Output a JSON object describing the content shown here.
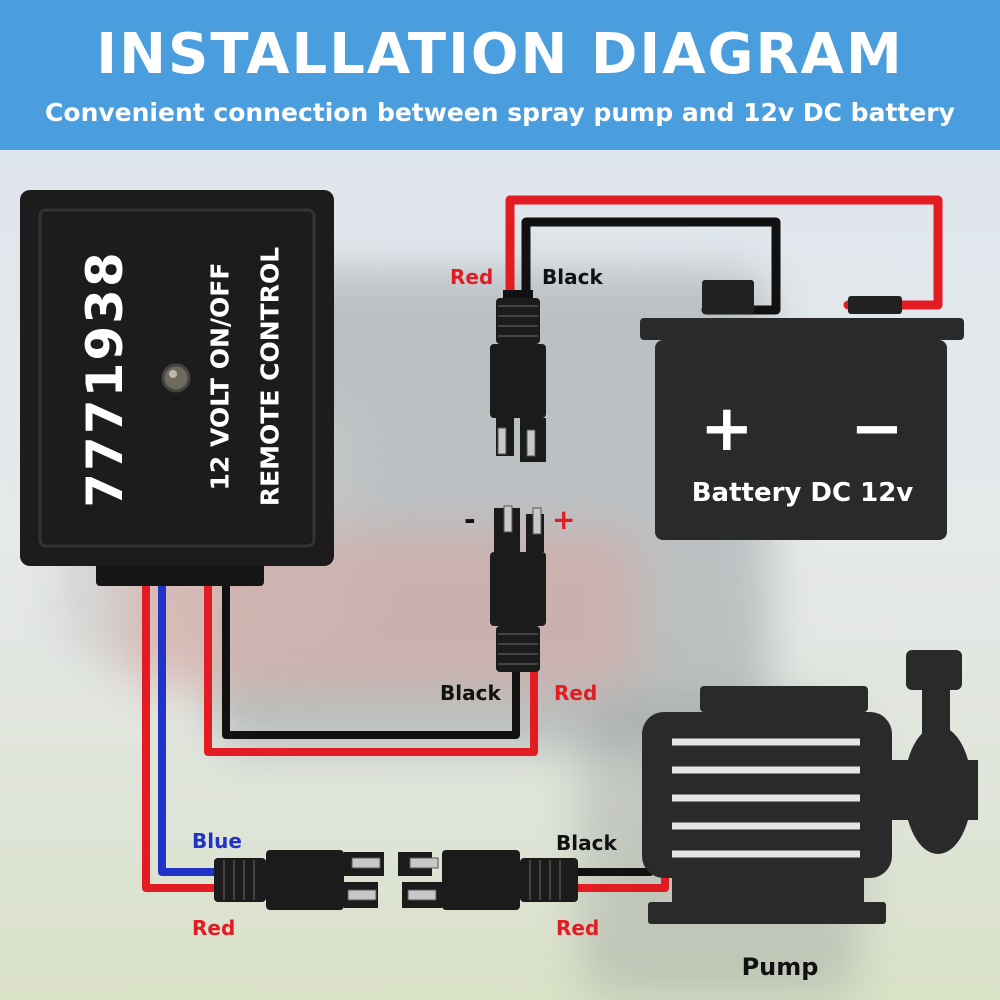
{
  "header": {
    "title": "INSTALLATION DIAGRAM",
    "subtitle": "Convenient connection between spray pump and 12v DC battery",
    "background_color": "#4a9ede"
  },
  "controller": {
    "model_number": "7771938",
    "text_line1": "12 VOLT ON/OFF",
    "text_line2": "REMOTE CONTROL"
  },
  "battery": {
    "label": "Battery DC 12v",
    "plus_symbol": "+",
    "minus_symbol": "−"
  },
  "pump": {
    "label": "Pump"
  },
  "connector_polarity": {
    "minus": "-",
    "plus": "+"
  },
  "wire_labels": {
    "battery_red": "Red",
    "battery_black": "Black",
    "power_black": "Black",
    "power_red": "Red",
    "pump_side_blue": "Blue",
    "pump_side_red": "Red",
    "pump_black": "Black",
    "pump_red": "Red"
  },
  "colors": {
    "red_wire": "#e31b23",
    "black_wire": "#111111",
    "blue_wire": "#2033c7",
    "device_black": "#1c1c1c"
  }
}
